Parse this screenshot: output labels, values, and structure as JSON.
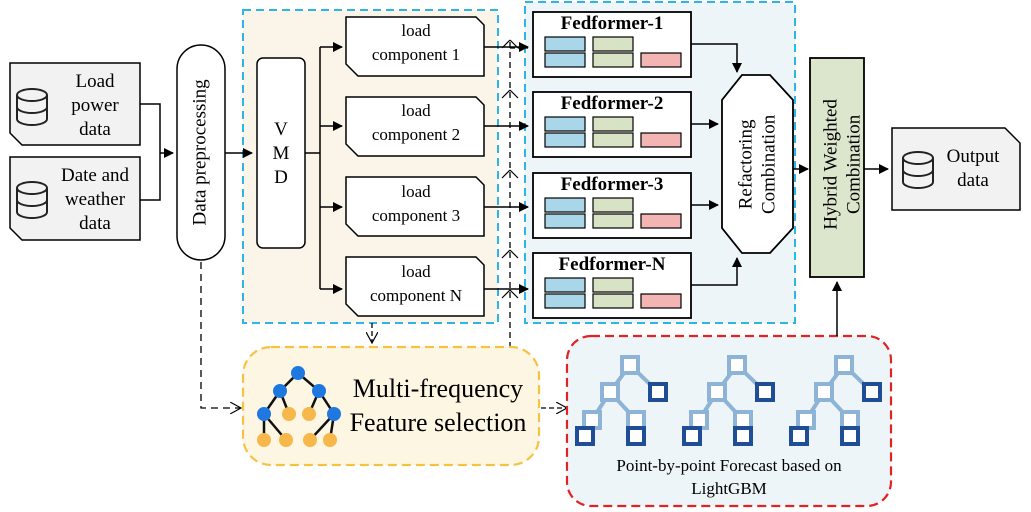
{
  "inputs": {
    "load_power": [
      "Load",
      "power",
      "data"
    ],
    "date_weather": [
      "Date and",
      "weather",
      "data"
    ]
  },
  "preprocessing": "Data preprocessing",
  "vmd": [
    "V",
    "M",
    "D"
  ],
  "components": [
    [
      "load",
      "component 1"
    ],
    [
      "load",
      "component 2"
    ],
    [
      "load",
      "component 3"
    ],
    [
      "load",
      "component N"
    ]
  ],
  "models": [
    "Fedformer-1",
    "Fedformer-2",
    "Fedformer-3",
    "Fedformer-N"
  ],
  "refactoring": [
    "Refactoring",
    "Combination"
  ],
  "hybrid": [
    "Hybrid Weighted",
    "Combination"
  ],
  "output": [
    "Output",
    "data"
  ],
  "feature_selection": [
    "Multi-frequency",
    "Feature selection"
  ],
  "lightgbm": [
    "Point-by-point Forecast based on",
    "LightGBM"
  ],
  "colors": {
    "cyan_dash": "#2fb4e6",
    "beige_fill": "#fbf4e8",
    "blue_panel_fill": "#eef5f9",
    "yellow_dash": "#f5c242",
    "yellow_fill": "#fdf6e3",
    "red_dash": "#e02424",
    "red_panel_fill": "#eef5f8",
    "green_fill": "#dbe6cc",
    "cell_blue": "#a9d6e9",
    "cell_green": "#d8e3c6",
    "cell_pink": "#f3b4b4",
    "tree_blue": "#1f78e0",
    "tree_orange": "#f6b84b",
    "tree_light_blue": "#8db4d6",
    "tree_dark_blue": "#1f4e97"
  }
}
